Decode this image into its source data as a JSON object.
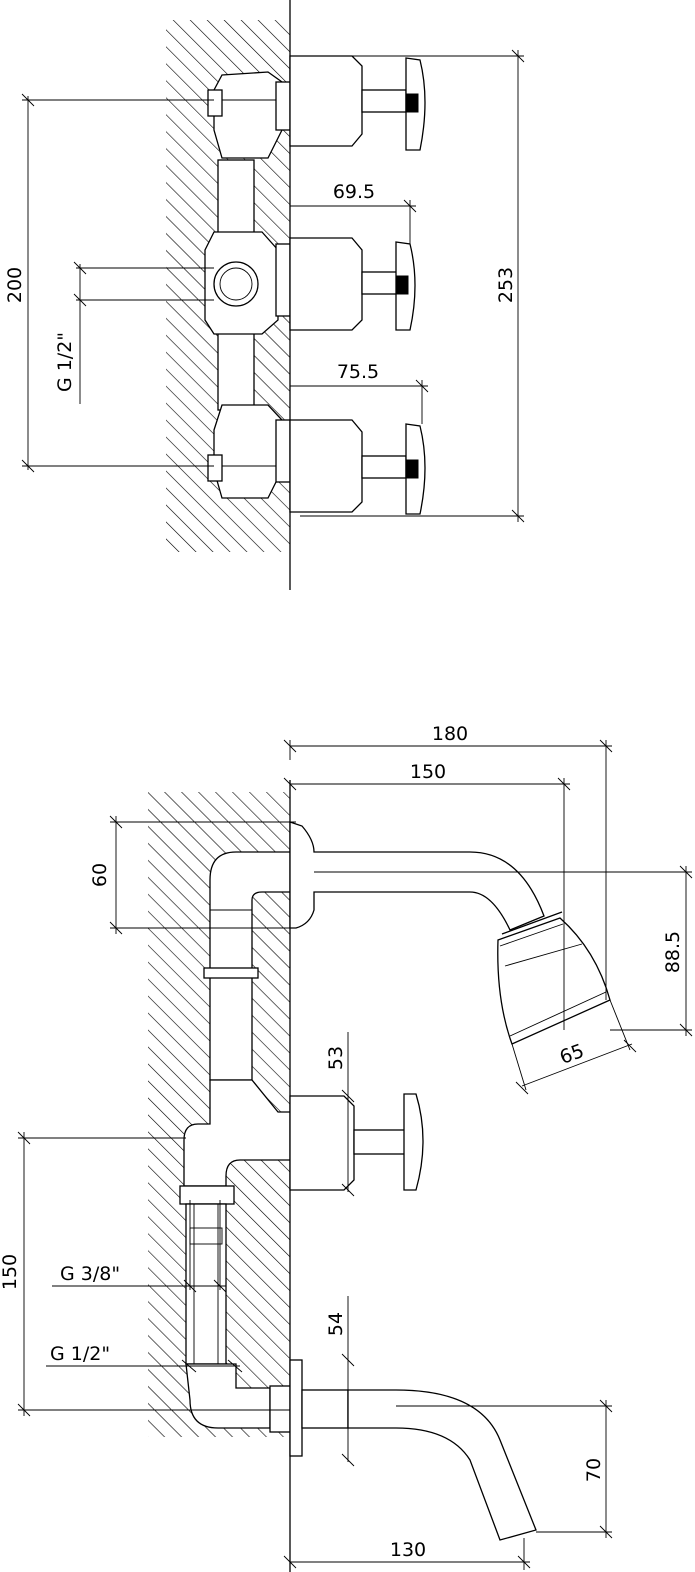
{
  "top_view": {
    "dims": {
      "d200": "200",
      "d253": "253",
      "d69_5": "69.5",
      "d75_5": "75.5",
      "g12": "G 1/2\""
    }
  },
  "side_view": {
    "dims": {
      "d180": "180",
      "d150_top": "150",
      "d60": "60",
      "d88_5": "88.5",
      "d65": "65",
      "d53": "53",
      "d150_left": "150",
      "g38": "G 3/8\"",
      "g12": "G 1/2\"",
      "d54": "54",
      "d70": "70",
      "d130": "130"
    }
  }
}
